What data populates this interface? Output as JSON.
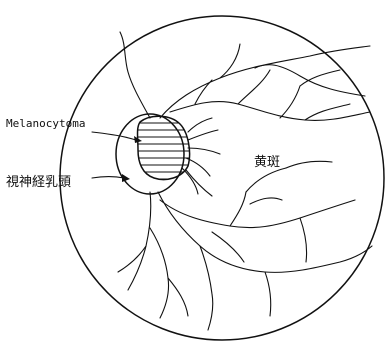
{
  "diagram": {
    "labels": {
      "melanocytoma": "Melanocytoma",
      "optic_disc": "視神経乳頭",
      "macula": "黄斑"
    },
    "colors": {
      "ink": "#111111",
      "background": "#ffffff"
    }
  }
}
